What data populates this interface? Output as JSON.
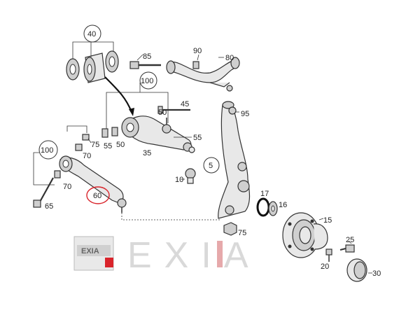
{
  "watermark": {
    "brand": "EXIA",
    "badge": "EXIA"
  },
  "callouts": {
    "n40": "40",
    "n85": "85",
    "n90": "90",
    "n80": "80",
    "n100_top": "100",
    "n45": "45",
    "n50_a": "50",
    "n95": "95",
    "n55_a": "55",
    "n55_b": "55",
    "n50_b": "50",
    "n35": "35",
    "n75_a": "75",
    "n100_left": "100",
    "n70_a": "70",
    "n70_b": "70",
    "n5": "5",
    "n10": "10",
    "n60": "60",
    "n65": "65",
    "n17": "17",
    "n16": "16",
    "n15": "15",
    "n75_b": "75",
    "n25": "25",
    "n20": "20",
    "n30": "30"
  },
  "highlight_color": "#d9242b"
}
